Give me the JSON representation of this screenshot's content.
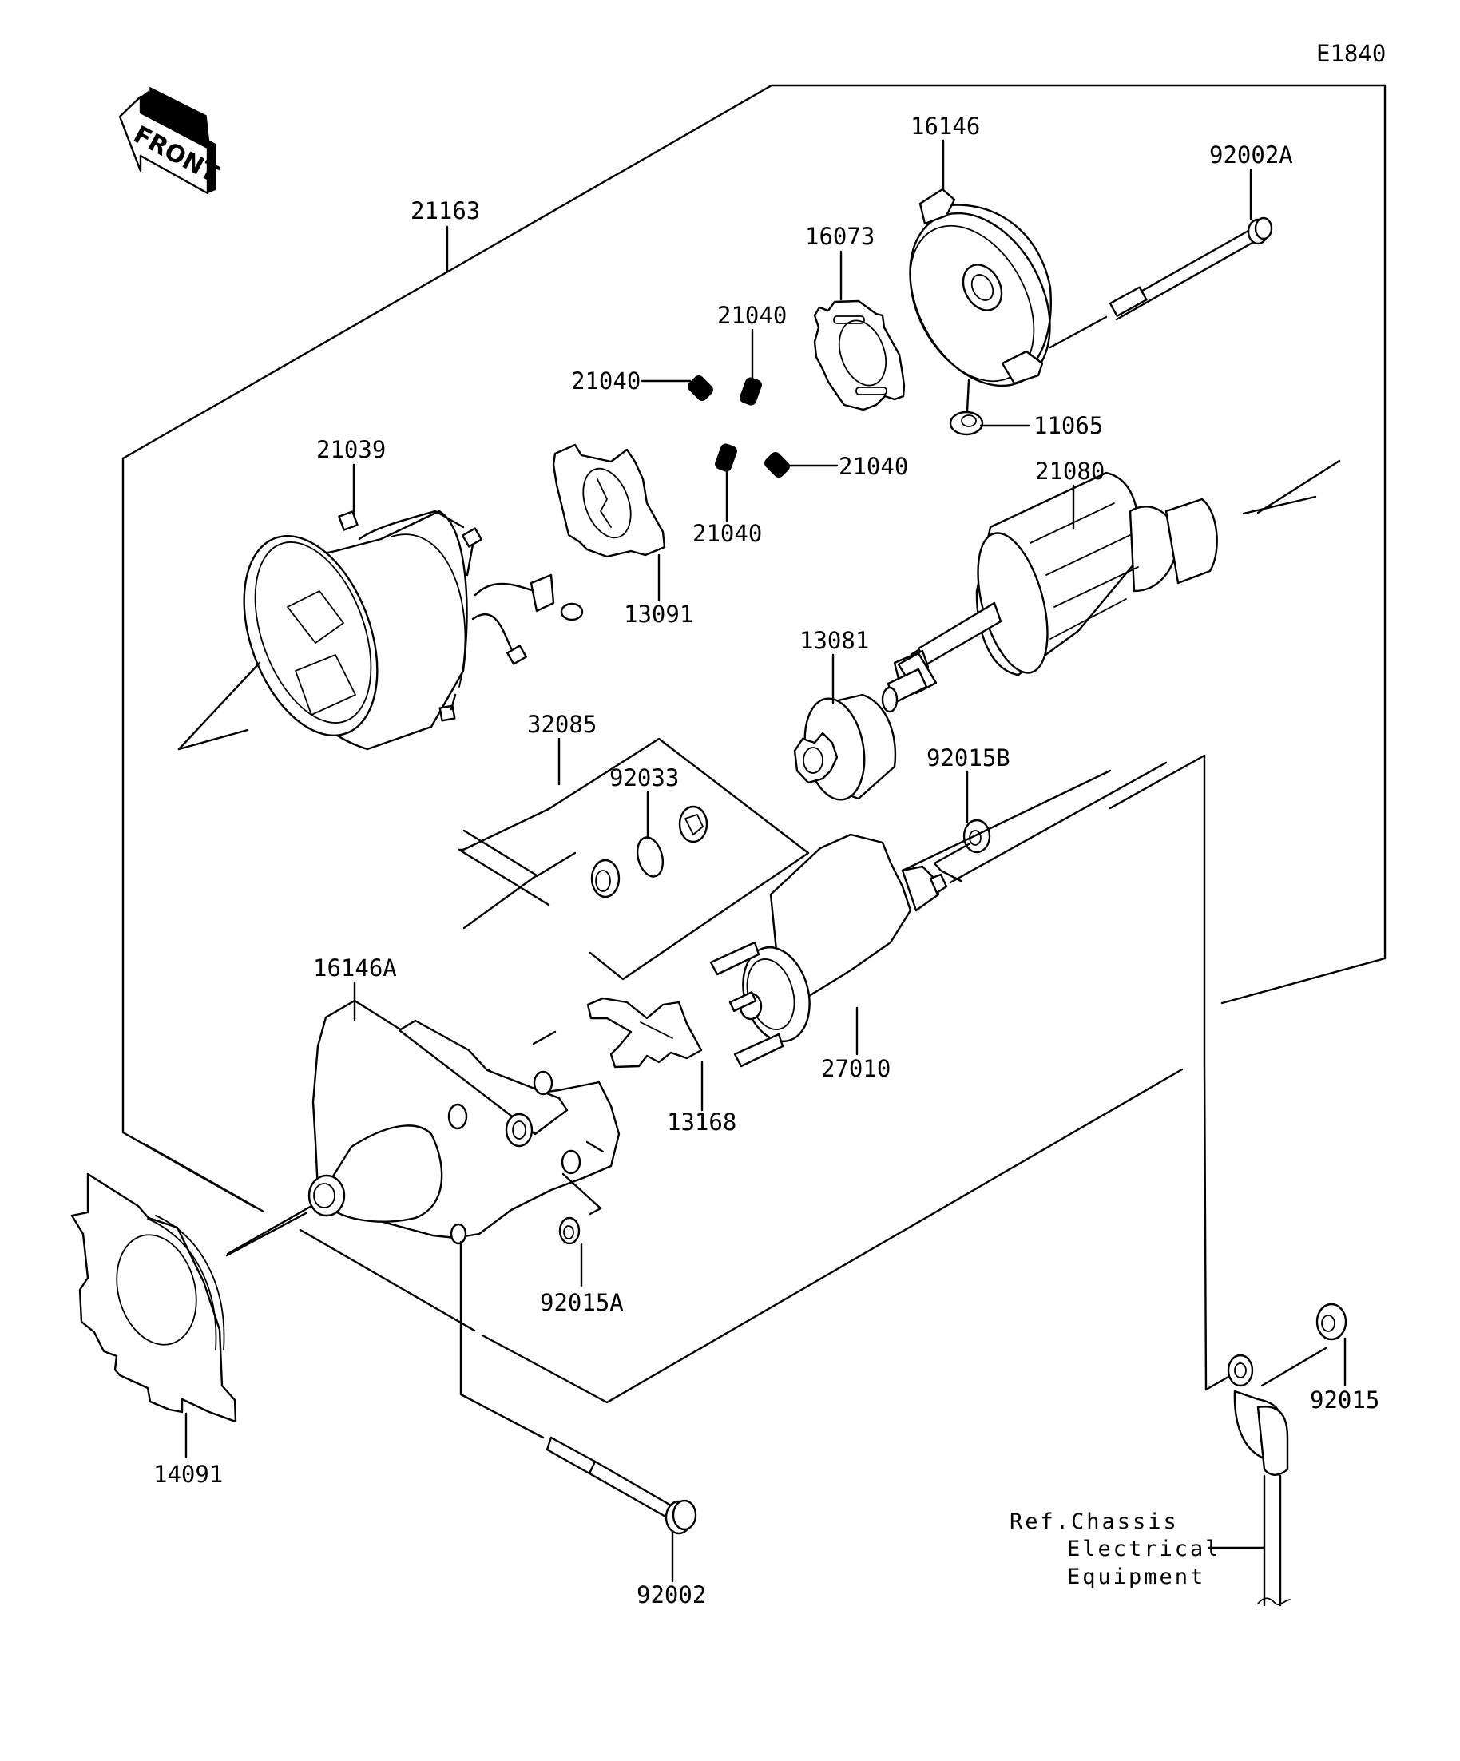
{
  "diagram": {
    "code": "E1840",
    "orientation_label": "FRONT",
    "title_context": "Starter Motor exploded parts diagram"
  },
  "parts": {
    "p21163": "21163",
    "p16146": "16146",
    "p92002A": "92002A",
    "p16073": "16073",
    "p21040_top": "21040",
    "p21040_left": "21040",
    "p21040_right": "21040",
    "p21040_bottom": "21040",
    "p11065": "11065",
    "p21039": "21039",
    "p13091": "13091",
    "p21080": "21080",
    "p13081": "13081",
    "p32085": "32085",
    "p92033": "92033",
    "p92015B": "92015B",
    "p16146A": "16146A",
    "p13168": "13168",
    "p27010": "27010",
    "p92015A": "92015A",
    "p14091": "14091",
    "p92002": "92002",
    "p92015": "92015"
  },
  "reference": {
    "line1": "Ref.Chassis",
    "line2": "Electrical",
    "line3": "Equipment"
  }
}
